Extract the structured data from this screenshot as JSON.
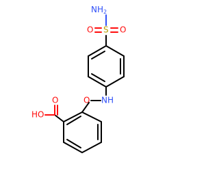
{
  "molecule": {
    "atom_labels": {
      "sulfonamide_n": "NH",
      "sulfonamide_n_subscript": "2",
      "sulfur": "S",
      "sulfonyl_o_left": "O",
      "sulfonyl_o_right": "O",
      "amide_nh": "NH",
      "amide_o": "O",
      "acid_oh": "HO",
      "acid_o": "O"
    },
    "colors": {
      "bond": "#000000",
      "oxygen": "#ff0d0d",
      "nitrogen": "#3050f8",
      "sulfur": "#b8a000"
    }
  }
}
